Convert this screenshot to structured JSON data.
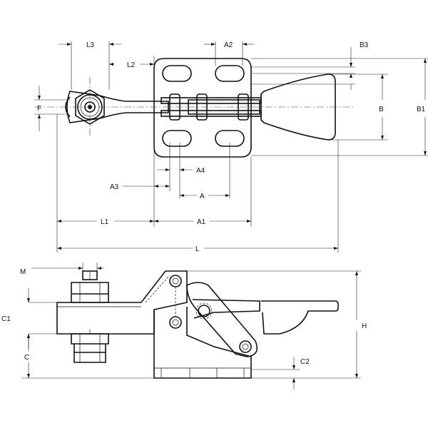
{
  "dimensions": {
    "top_view": {
      "L3": "L3",
      "A2": "A2",
      "B3": "B3",
      "L2": "L2",
      "F": "F",
      "B": "B",
      "B1": "B1",
      "A4": "A4",
      "A3": "A3",
      "A": "A",
      "L1": "L1",
      "A1": "A1",
      "L": "L"
    },
    "side_view": {
      "M": "M",
      "C1": "C1",
      "C": "C",
      "H": "H",
      "C2": "C2"
    }
  }
}
